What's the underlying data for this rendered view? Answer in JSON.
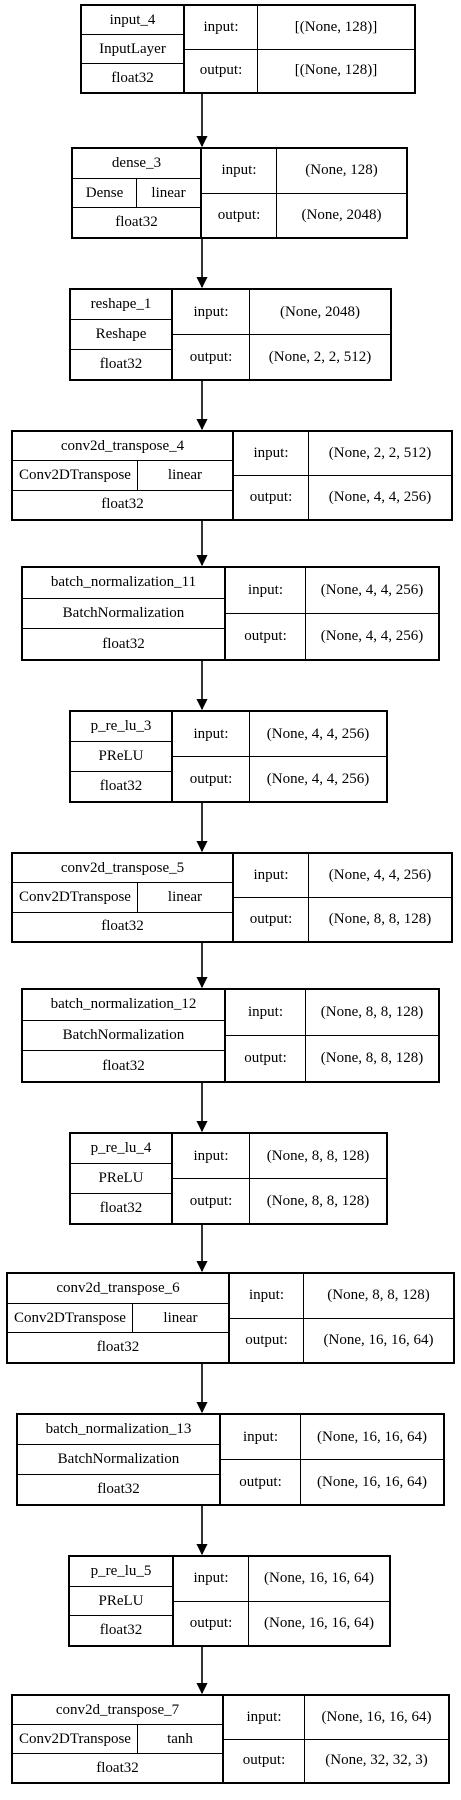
{
  "labels": {
    "input": "input:",
    "output": "output:"
  },
  "layers": [
    {
      "name": "input_4",
      "type": "InputLayer",
      "activation": "",
      "dtype": "float32",
      "input": "[(None, 128)]",
      "output": "[(None, 128)]"
    },
    {
      "name": "dense_3",
      "type": "Dense",
      "activation": "linear",
      "dtype": "float32",
      "input": "(None, 128)",
      "output": "(None, 2048)"
    },
    {
      "name": "reshape_1",
      "type": "Reshape",
      "activation": "",
      "dtype": "float32",
      "input": "(None, 2048)",
      "output": "(None, 2, 2, 512)"
    },
    {
      "name": "conv2d_transpose_4",
      "type": "Conv2DTranspose",
      "activation": "linear",
      "dtype": "float32",
      "input": "(None, 2, 2, 512)",
      "output": "(None, 4, 4, 256)"
    },
    {
      "name": "batch_normalization_11",
      "type": "BatchNormalization",
      "activation": "",
      "dtype": "float32",
      "input": "(None, 4, 4, 256)",
      "output": "(None, 4, 4, 256)"
    },
    {
      "name": "p_re_lu_3",
      "type": "PReLU",
      "activation": "",
      "dtype": "float32",
      "input": "(None, 4, 4, 256)",
      "output": "(None, 4, 4, 256)"
    },
    {
      "name": "conv2d_transpose_5",
      "type": "Conv2DTranspose",
      "activation": "linear",
      "dtype": "float32",
      "input": "(None, 4, 4, 256)",
      "output": "(None, 8, 8, 128)"
    },
    {
      "name": "batch_normalization_12",
      "type": "BatchNormalization",
      "activation": "",
      "dtype": "float32",
      "input": "(None, 8, 8, 128)",
      "output": "(None, 8, 8, 128)"
    },
    {
      "name": "p_re_lu_4",
      "type": "PReLU",
      "activation": "",
      "dtype": "float32",
      "input": "(None, 8, 8, 128)",
      "output": "(None, 8, 8, 128)"
    },
    {
      "name": "conv2d_transpose_6",
      "type": "Conv2DTranspose",
      "activation": "linear",
      "dtype": "float32",
      "input": "(None, 8, 8, 128)",
      "output": "(None, 16, 16, 64)"
    },
    {
      "name": "batch_normalization_13",
      "type": "BatchNormalization",
      "activation": "",
      "dtype": "float32",
      "input": "(None, 16, 16, 64)",
      "output": "(None, 16, 16, 64)"
    },
    {
      "name": "p_re_lu_5",
      "type": "PReLU",
      "activation": "",
      "dtype": "float32",
      "input": "(None, 16, 16, 64)",
      "output": "(None, 16, 16, 64)"
    },
    {
      "name": "conv2d_transpose_7",
      "type": "Conv2DTranspose",
      "activation": "tanh",
      "dtype": "float32",
      "input": "(None, 16, 16, 64)",
      "output": "(None, 32, 32, 3)"
    }
  ]
}
